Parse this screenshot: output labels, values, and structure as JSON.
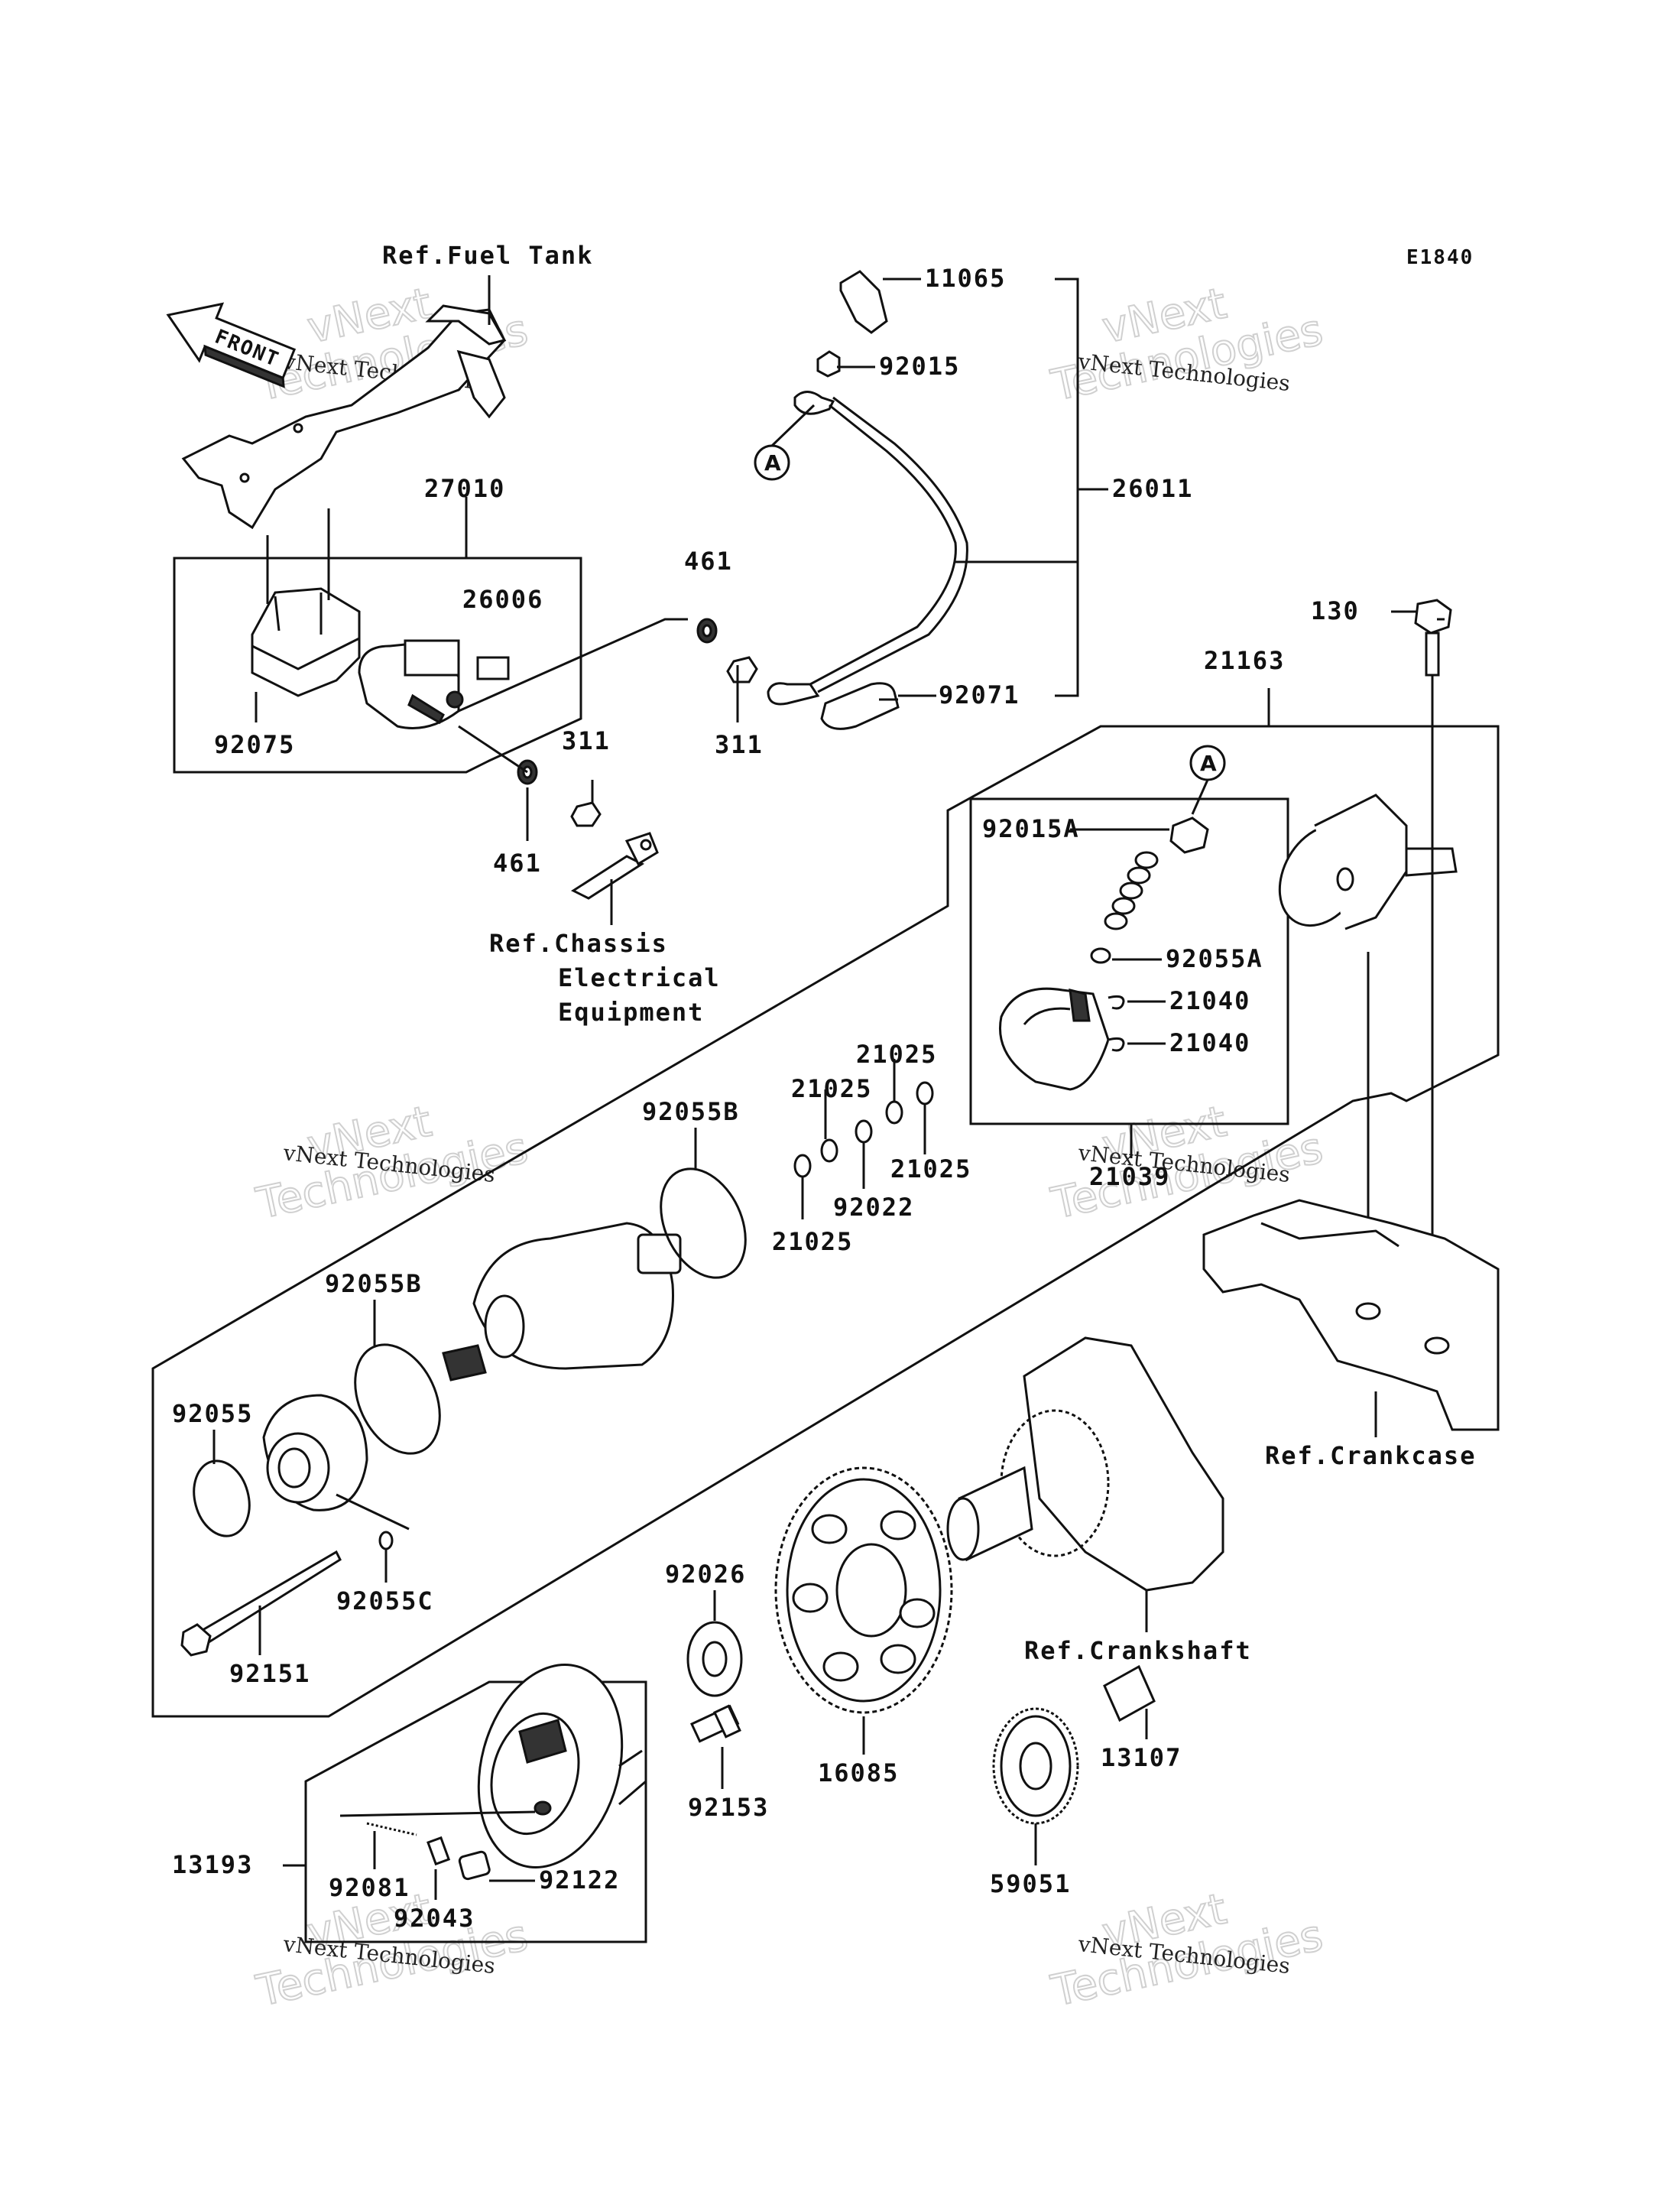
{
  "diagram_code": "E1840",
  "front_label": "FRONT",
  "refs": {
    "fuel_tank": "Ref.Fuel Tank",
    "chassis_1": "Ref.Chassis",
    "chassis_2": "Electrical",
    "chassis_3": "Equipment",
    "crankcase": "Ref.Crankcase",
    "crankshaft": "Ref.Crankshaft"
  },
  "callout_marker": "A",
  "watermark": {
    "line1": "vNext Technologies",
    "line2": "vNext",
    "line3": "Technologies"
  },
  "parts": {
    "p11065": "11065",
    "p92015": "92015",
    "p26011": "26011",
    "p27010": "27010",
    "p26006": "26006",
    "p461a": "461",
    "p461b": "461",
    "p311a": "311",
    "p311b": "311",
    "p92075": "92075",
    "p92071": "92071",
    "p130": "130",
    "p21163": "21163",
    "p92015A": "92015A",
    "p92055A": "92055A",
    "p21040a": "21040",
    "p21040b": "21040",
    "p21039": "21039",
    "p21025a": "21025",
    "p21025b": "21025",
    "p21025c": "21025",
    "p21025d": "21025",
    "p92022": "92022",
    "p92055Ba": "92055B",
    "p92055Bb": "92055B",
    "p92055": "92055",
    "p92055C": "92055C",
    "p92151": "92151",
    "p92026": "92026",
    "p16085": "16085",
    "p13107": "13107",
    "p59051": "59051",
    "p92153": "92153",
    "p13193": "13193",
    "p92081": "92081",
    "p92043": "92043",
    "p92122": "92122"
  }
}
